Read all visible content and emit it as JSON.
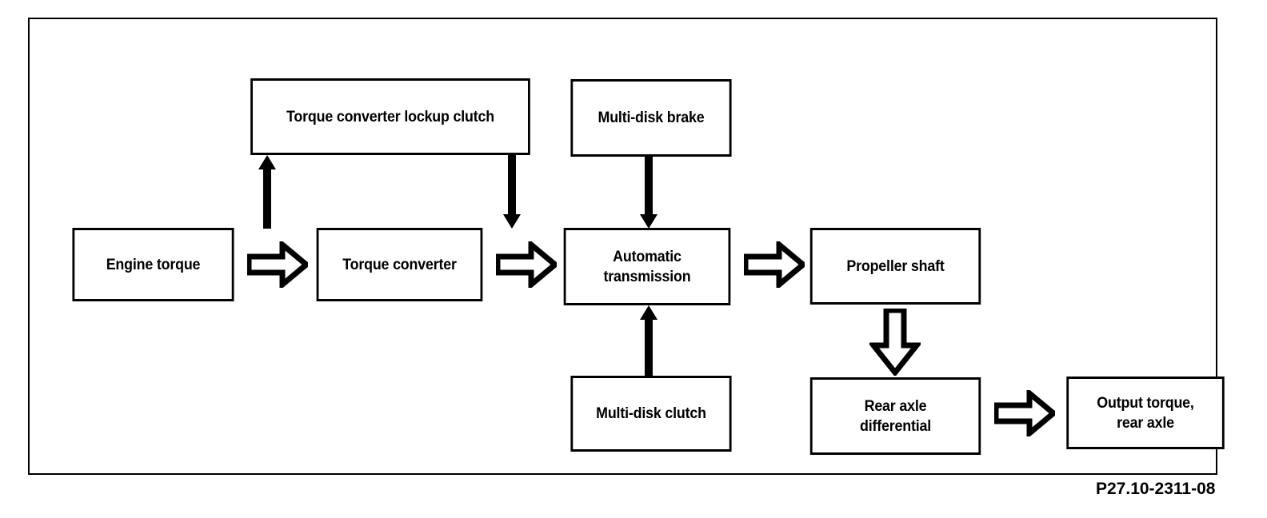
{
  "diagram": {
    "title_caption": "P27.10-2311-08",
    "colors": {
      "line": "#000000",
      "fill": "#ffffff",
      "background": "#ffffff"
    },
    "nodes": [
      {
        "id": "engine-torque",
        "label": "Engine torque"
      },
      {
        "id": "torque-converter",
        "label": "Torque converter"
      },
      {
        "id": "torque-converter-lockup",
        "label": "Torque converter lockup clutch"
      },
      {
        "id": "multi-disk-brake",
        "label": "Multi-disk brake"
      },
      {
        "id": "automatic-transmission",
        "label": "Automatic\ntransmission"
      },
      {
        "id": "multi-disk-clutch",
        "label": "Multi-disk clutch"
      },
      {
        "id": "propeller-shaft",
        "label": "Propeller shaft"
      },
      {
        "id": "rear-axle-differential",
        "label": "Rear axle\ndifferential"
      },
      {
        "id": "output-torque-rear-axle",
        "label": "Output torque,\nrear axle"
      }
    ],
    "connectors": [
      {
        "id": "engine-to-converter",
        "from": "engine-torque",
        "to": "torque-converter",
        "style": "hollow-block-arrow",
        "direction": "right"
      },
      {
        "id": "converter-to-transmission",
        "from": "torque-converter",
        "to": "automatic-transmission",
        "style": "hollow-block-arrow",
        "direction": "right"
      },
      {
        "id": "transmission-to-propeller",
        "from": "automatic-transmission",
        "to": "propeller-shaft",
        "style": "hollow-block-arrow",
        "direction": "right"
      },
      {
        "id": "propeller-to-rear-axle",
        "from": "propeller-shaft",
        "to": "rear-axle-differential",
        "style": "hollow-block-arrow",
        "direction": "down"
      },
      {
        "id": "rear-axle-to-output",
        "from": "rear-axle-differential",
        "to": "output-torque-rear-axle",
        "style": "hollow-block-arrow",
        "direction": "right"
      },
      {
        "id": "converter-to-lockup",
        "from": "torque-converter",
        "to": "torque-converter-lockup",
        "style": "solid-arrow",
        "direction": "up"
      },
      {
        "id": "lockup-to-converter",
        "from": "torque-converter-lockup",
        "to": "torque-converter",
        "style": "solid-arrow",
        "direction": "down"
      },
      {
        "id": "brake-to-transmission",
        "from": "multi-disk-brake",
        "to": "automatic-transmission",
        "style": "solid-arrow",
        "direction": "down"
      },
      {
        "id": "clutch-to-transmission",
        "from": "multi-disk-clutch",
        "to": "automatic-transmission",
        "style": "solid-arrow",
        "direction": "up"
      }
    ]
  }
}
